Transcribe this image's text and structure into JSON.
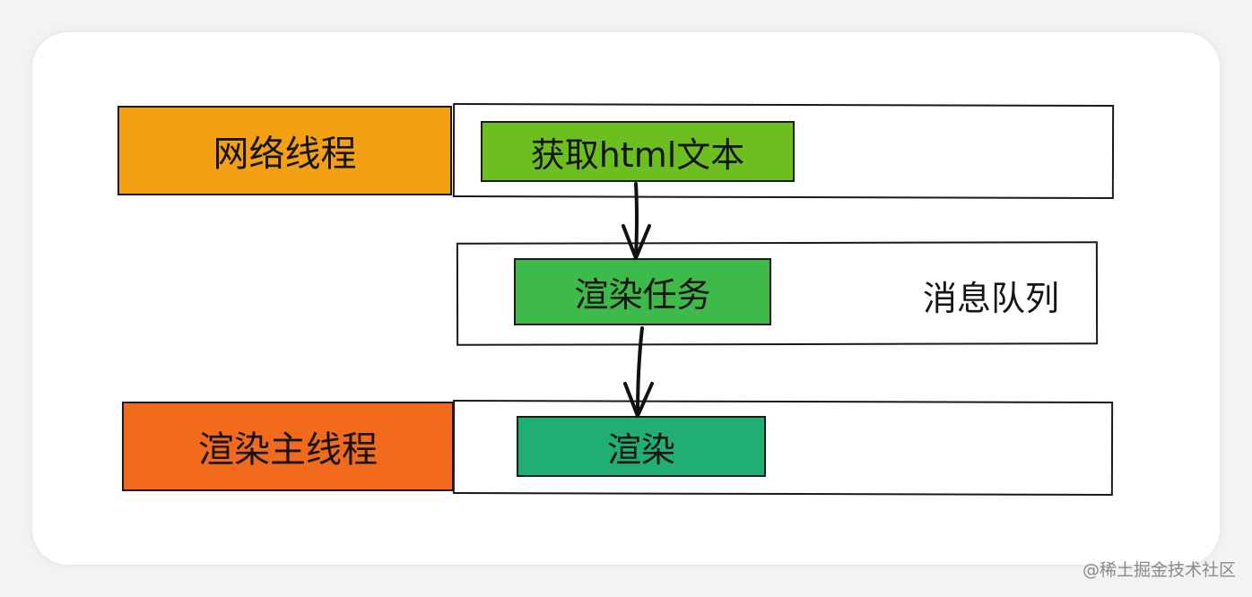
{
  "diagram": {
    "network_thread_label": "网络线程",
    "render_thread_label": "渲染主线程",
    "fetch_task": "获取html文本",
    "render_task_item": "渲染任务",
    "queue_label": "消息队列",
    "render_step": "渲染"
  },
  "colors": {
    "network_thread": "#f3a112",
    "render_thread": "#f26a1b",
    "fetch_task": "#6dbf1f",
    "render_task_item": "#3dba4a",
    "render_step": "#1fae73"
  },
  "watermark": "@稀土掘金技术社区"
}
